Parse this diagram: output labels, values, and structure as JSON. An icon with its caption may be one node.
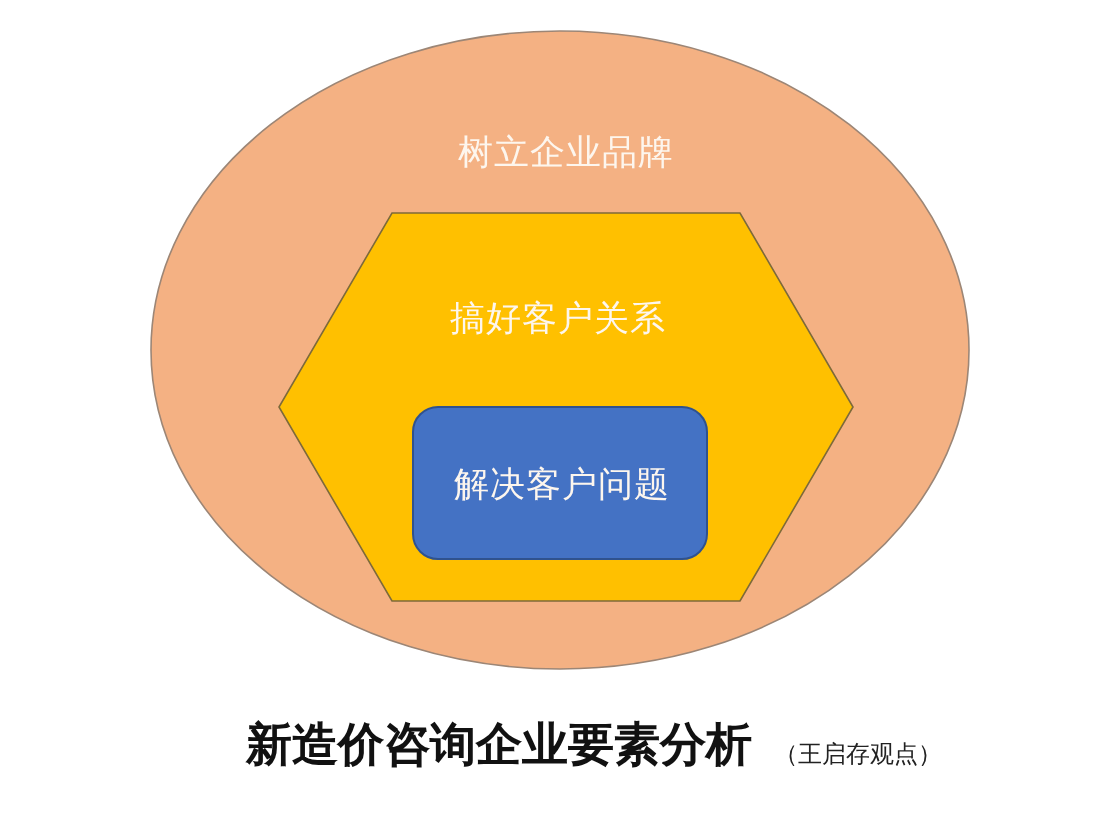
{
  "diagram": {
    "title": "新造价咨询企业要素分析",
    "nodes": [
      {
        "text": [
          "树立企业品牌"
        ]
      },
      {
        "text": [
          "搞好客户关系"
        ],
        "in": 0
      },
      {
        "text": [
          "解决客户问题"
        ],
        "in": 1
      }
    ],
    "labels": [
      "（王启存观点）"
    ]
  }
}
